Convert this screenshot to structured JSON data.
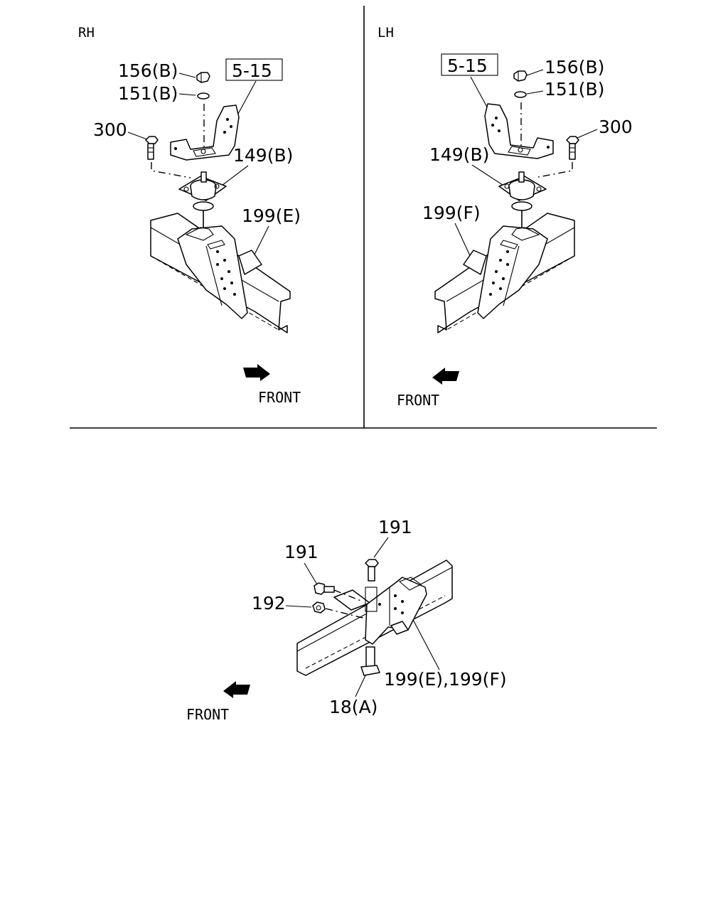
{
  "panels": {
    "rh": {
      "side_label": "RH",
      "ref_box": "5-15",
      "callouts": {
        "nut": "156(B)",
        "washer": "151(B)",
        "bolt": "300",
        "mount": "149(B)",
        "bracket": "199(E)"
      },
      "front_label": "FRONT"
    },
    "lh": {
      "side_label": "LH",
      "ref_box": "5-15",
      "callouts": {
        "nut": "156(B)",
        "washer": "151(B)",
        "bolt": "300",
        "mount": "149(B)",
        "bracket": "199(F)"
      },
      "front_label": "FRONT"
    },
    "bottom": {
      "callouts": {
        "bolt_top": "191",
        "bolt_side": "191",
        "nut": "192",
        "bracket": "199(E),199(F)",
        "clip": "18(A)"
      },
      "front_label": "FRONT"
    }
  }
}
